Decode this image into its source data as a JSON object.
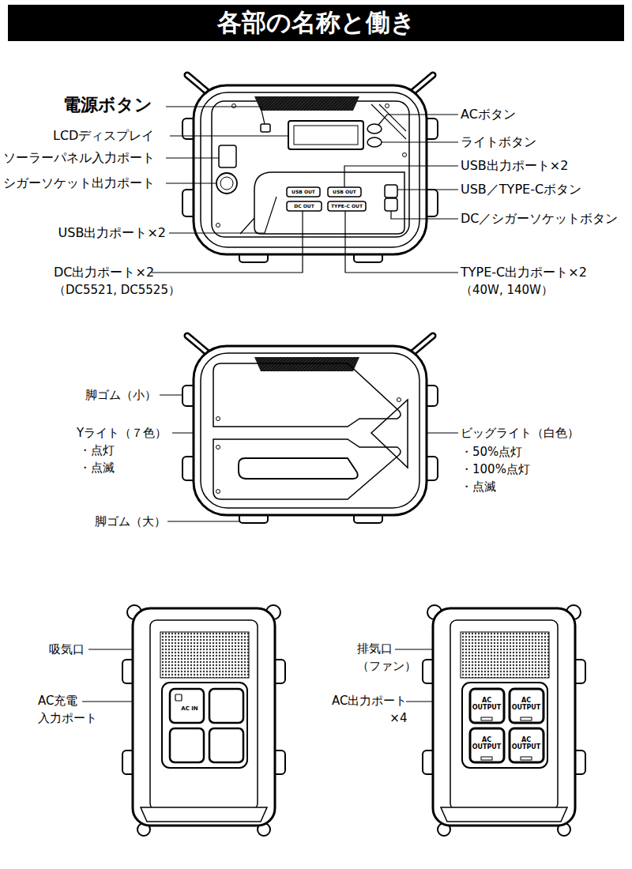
{
  "diagram": {
    "title": "各部の名称と働き",
    "labels": [
      "電源ボタン",
      "LCDディスプレイ",
      "ソーラーパネル入力ポート",
      "シガーソケット出力ポート",
      "USB出力ポート×2",
      "DC出力ポート×2",
      "（DC5521, DC5525）",
      "ACボタン",
      "ライトボタン",
      "USB出力ポート×2",
      "USB／TYPE-Cボタン",
      "DC／シガーソケットボタン",
      "TYPE-C出力ポート×2",
      "（40W, 140W）",
      "USB OUT",
      "USB OUT",
      "DC OUT",
      "TYPE-C OUT",
      "脚ゴム（小）",
      "Yライト（７色）",
      "・点灯",
      "・点滅",
      "ビッグライト（白色）",
      "・50%点灯",
      "・100%点灯",
      "・点滅",
      "脚ゴム（大）",
      "吸気口",
      "AC充電 入力ポート",
      "AC IN",
      "排気口 （ファン）",
      "AC出力ポート ×4",
      "AC OUTPUT",
      "AC OUTPUT",
      "AC OUTPUT",
      "AC OUTPUT"
    ]
  }
}
